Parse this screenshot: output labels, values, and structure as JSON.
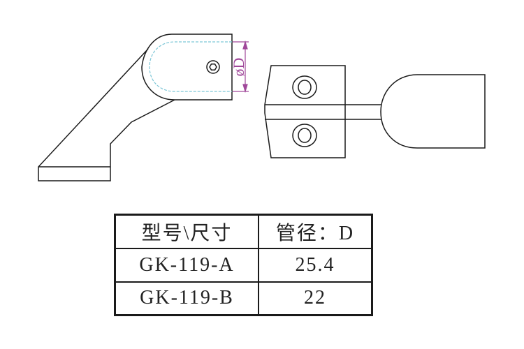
{
  "drawing": {
    "dimension_label": "øD",
    "colors": {
      "outline": "#1a1a1a",
      "dimension": "#a0489a",
      "hidden_line": "#7cc6d6"
    }
  },
  "table": {
    "headers": [
      "型号\\尺寸",
      "管径：D"
    ],
    "rows": [
      [
        "GK-119-A",
        "25.4"
      ],
      [
        "GK-119-B",
        "22"
      ]
    ]
  }
}
